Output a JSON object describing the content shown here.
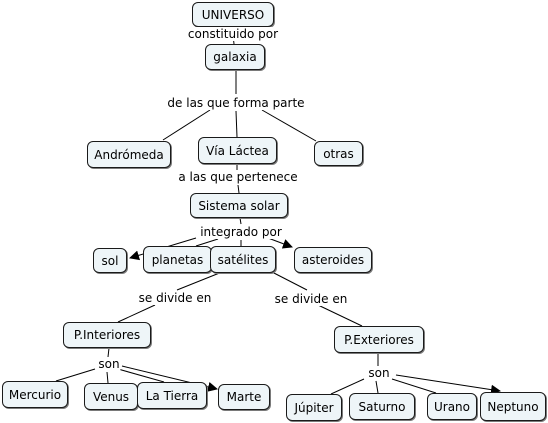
{
  "nodes": {
    "universo": "UNIVERSO",
    "galaxia": "galaxia",
    "andromeda": "Andrómeda",
    "via_lactea": "Vía Láctea",
    "otras": "otras",
    "sistema_solar": "Sistema solar",
    "sol": "sol",
    "planetas": "planetas",
    "satelites": "satélites",
    "asteroides": "asteroides",
    "p_interiores": "P.Interiores",
    "p_exteriores": "P.Exteriores",
    "mercurio": "Mercurio",
    "venus": "Venus",
    "la_tierra": "La Tierra",
    "marte": "Marte",
    "jupiter": "Júpiter",
    "saturno": "Saturno",
    "urano": "Urano",
    "neptuno": "Neptuno"
  },
  "links": {
    "constituido_por": "constituido por",
    "de_las_que_forma_parte": "de las que forma parte",
    "a_las_que_pertenece": "a las que pertenece",
    "integrado_por": "integrado por",
    "se_divide_en_left": "se divide en",
    "se_divide_en_right": "se divide en",
    "son_left": "son",
    "son_right": "son"
  },
  "colors": {
    "node_fill": "#eef5f8",
    "node_border": "#1a1a1a",
    "line": "#000000"
  }
}
